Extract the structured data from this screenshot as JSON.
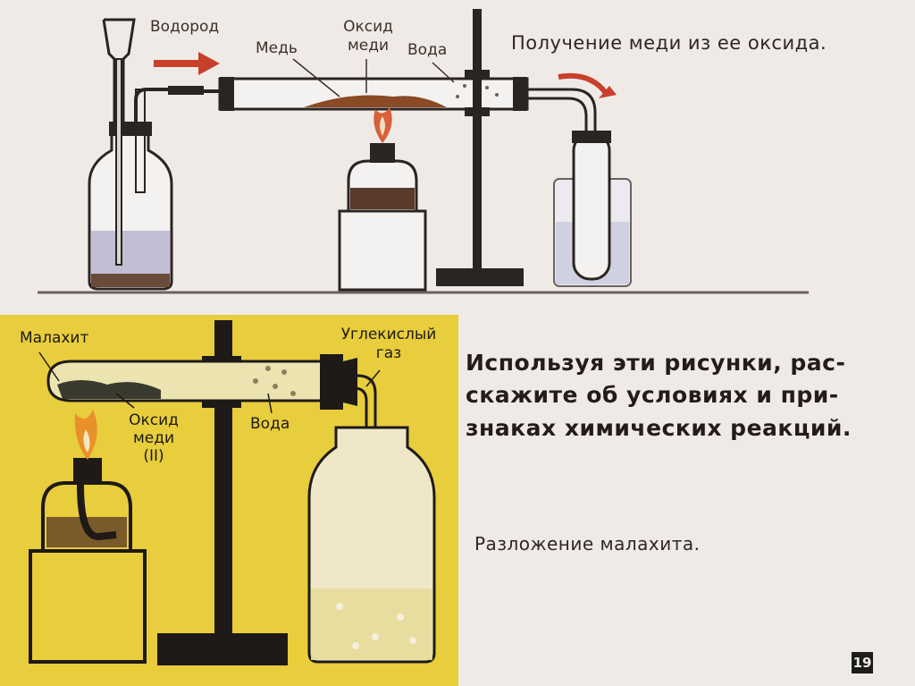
{
  "top_panel": {
    "title": "Получение меди из ее оксида.",
    "labels": {
      "hydrogen": "Водород",
      "copper": "Медь",
      "oxide_line1": "Оксид",
      "oxide_line2": "меди",
      "water": "Вода"
    }
  },
  "bottom_panel": {
    "labels": {
      "malachite": "Малахит",
      "co2_line1": "Углекислый",
      "co2_line2": "газ",
      "oxide_line1": "Оксид",
      "oxide_line2": "меди",
      "oxide_line3": "(II)",
      "water": "Вода"
    },
    "caption": "Разложение малахита.",
    "background_color": "#e8cd3c"
  },
  "question": {
    "line1": "Используя эти рисунки, рас-",
    "line2": "скажите об условиях и при-",
    "line3": "знаках химических реакций."
  },
  "page_number": "19"
}
